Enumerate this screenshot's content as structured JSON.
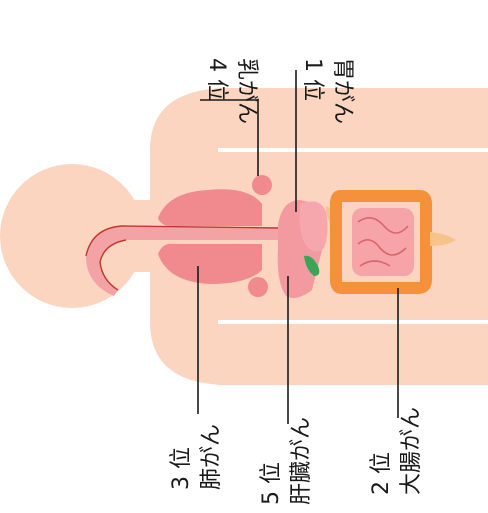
{
  "colors": {
    "body": "#fbd5c0",
    "lung": "#f08a8e",
    "lung_inner": "#f3a3a6",
    "stomach": "#f6a7ad",
    "liver": "#f39aa0",
    "colon": "#f5913a",
    "small_intestine": "#f6a4a8",
    "pancreas": "#f6c48a",
    "gallbladder": "#3aa655",
    "leader": "#1a1a1a"
  },
  "labels": {
    "rank1": {
      "rank": "1 位",
      "name": "胃がん"
    },
    "rank2": {
      "rank": "2 位",
      "name": "大腸がん"
    },
    "rank3": {
      "rank": "3 位",
      "name": "肺がん"
    },
    "rank4": {
      "rank": "4 位",
      "name": "乳がん"
    },
    "rank5": {
      "rank": "5 位",
      "name": "肝臓がん"
    }
  }
}
